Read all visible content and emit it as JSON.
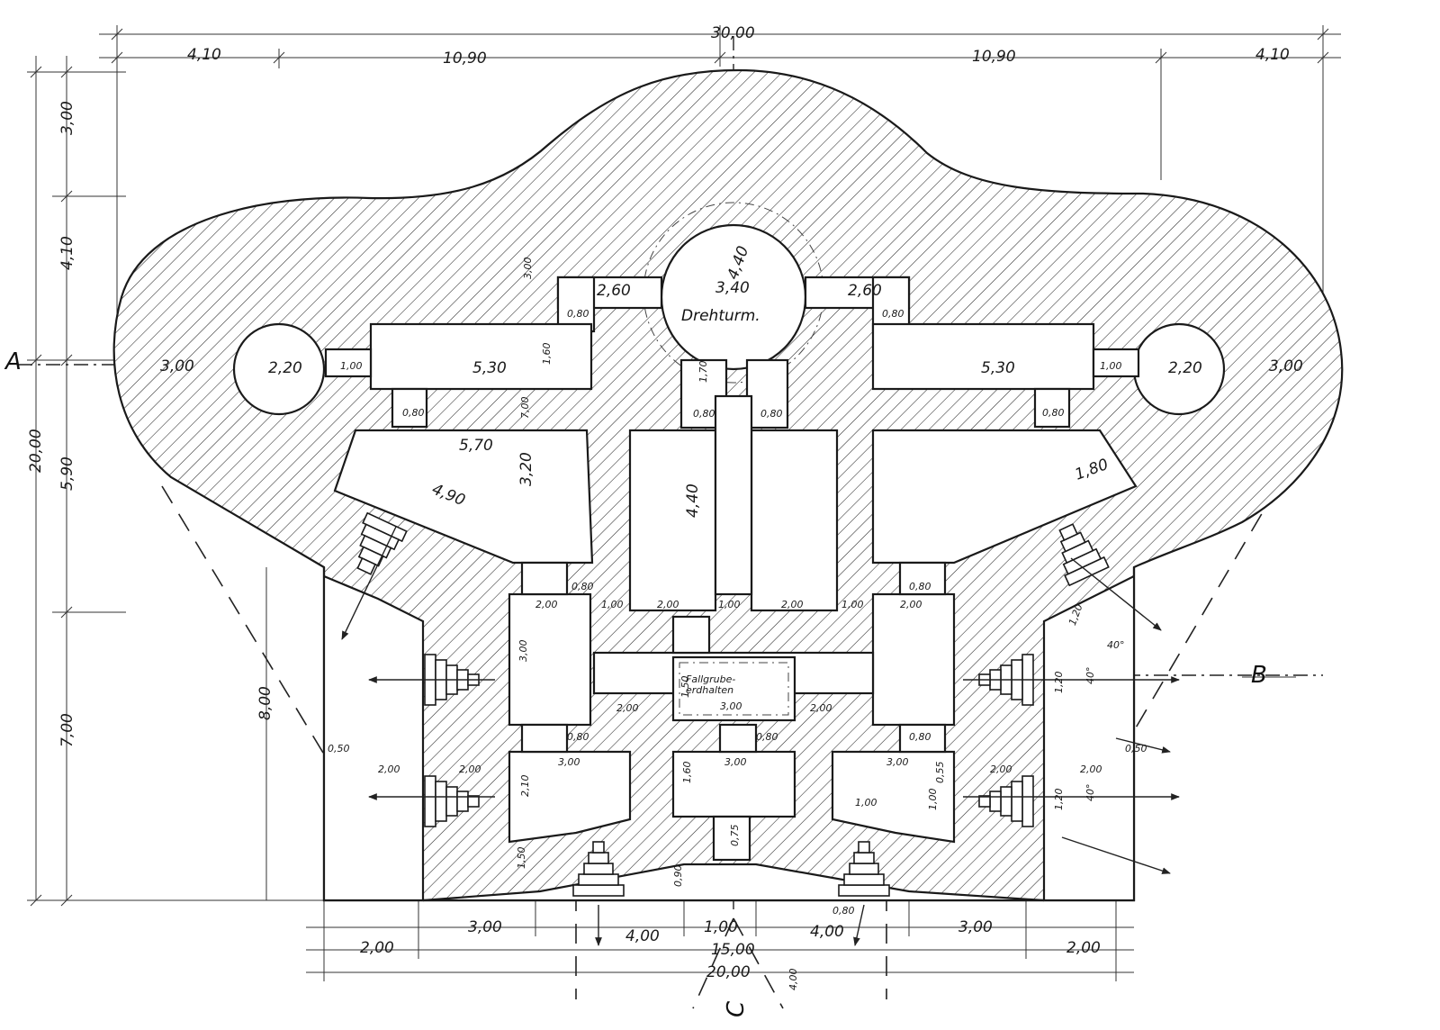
{
  "drawing": {
    "section_labels": {
      "a": "A",
      "b": "B",
      "c": "C"
    },
    "turret_label": "Drehturm.",
    "pit_label": "Fallgrube-\nerdhalten",
    "top_dims": {
      "overall": "30,00",
      "left_outer": "4,10",
      "left_inner": "10,90",
      "right_inner": "10,90",
      "right_outer": "4,10"
    },
    "left_dims": {
      "overall": "20,00",
      "top_a": "3,00",
      "top_b": "4,10",
      "mid": "5,90",
      "bottom": "7,00",
      "inner": "8,00"
    },
    "bottom_dims": {
      "row1": [
        "3,00",
        "4,00",
        "1,00",
        "4,00",
        "3,00"
      ],
      "row2_left": "2,00",
      "row2_mid": "15,00",
      "row2_right": "2,00",
      "overall": "20,00",
      "cone": "4,00",
      "ports": "0,80"
    },
    "interior_dims": {
      "turret_outer": "4,40",
      "turret_inner": "3,40",
      "passage_left": "2,60",
      "passage_right": "2,60",
      "corridor_left": "5,30",
      "corridor_right": "5,30",
      "cupola_left": "2,20",
      "cupola_right": "2,20",
      "cupola_wall_left": "3,00",
      "cupola_wall_right": "3,00",
      "link_left": "1,00",
      "link_right": "1,00",
      "corridor_h": "1,60",
      "casemate_w": "5,70",
      "casemate_diag": "4,90",
      "casemate_h": "3,20",
      "right_diag": "1,80",
      "long_room": "4,40",
      "small_w": "2,00",
      "small_h": "3,00",
      "gap": "1,00",
      "pit_w": "3,00",
      "pit_h": "1,50",
      "low_w": "3,00",
      "low_h": "2,10",
      "low_mid_h": "1,60",
      "small_r": "1,00",
      "thin": "0,80",
      "thin2": "0,55",
      "exit": "0,75",
      "side_w": "2,00",
      "side_thk": "0,50",
      "angle": "40°",
      "embr_dim": "1,20",
      "vert_300": "3,00",
      "vert_700": "7,00",
      "depth": "1,70",
      "wall_090": "0,90"
    }
  }
}
